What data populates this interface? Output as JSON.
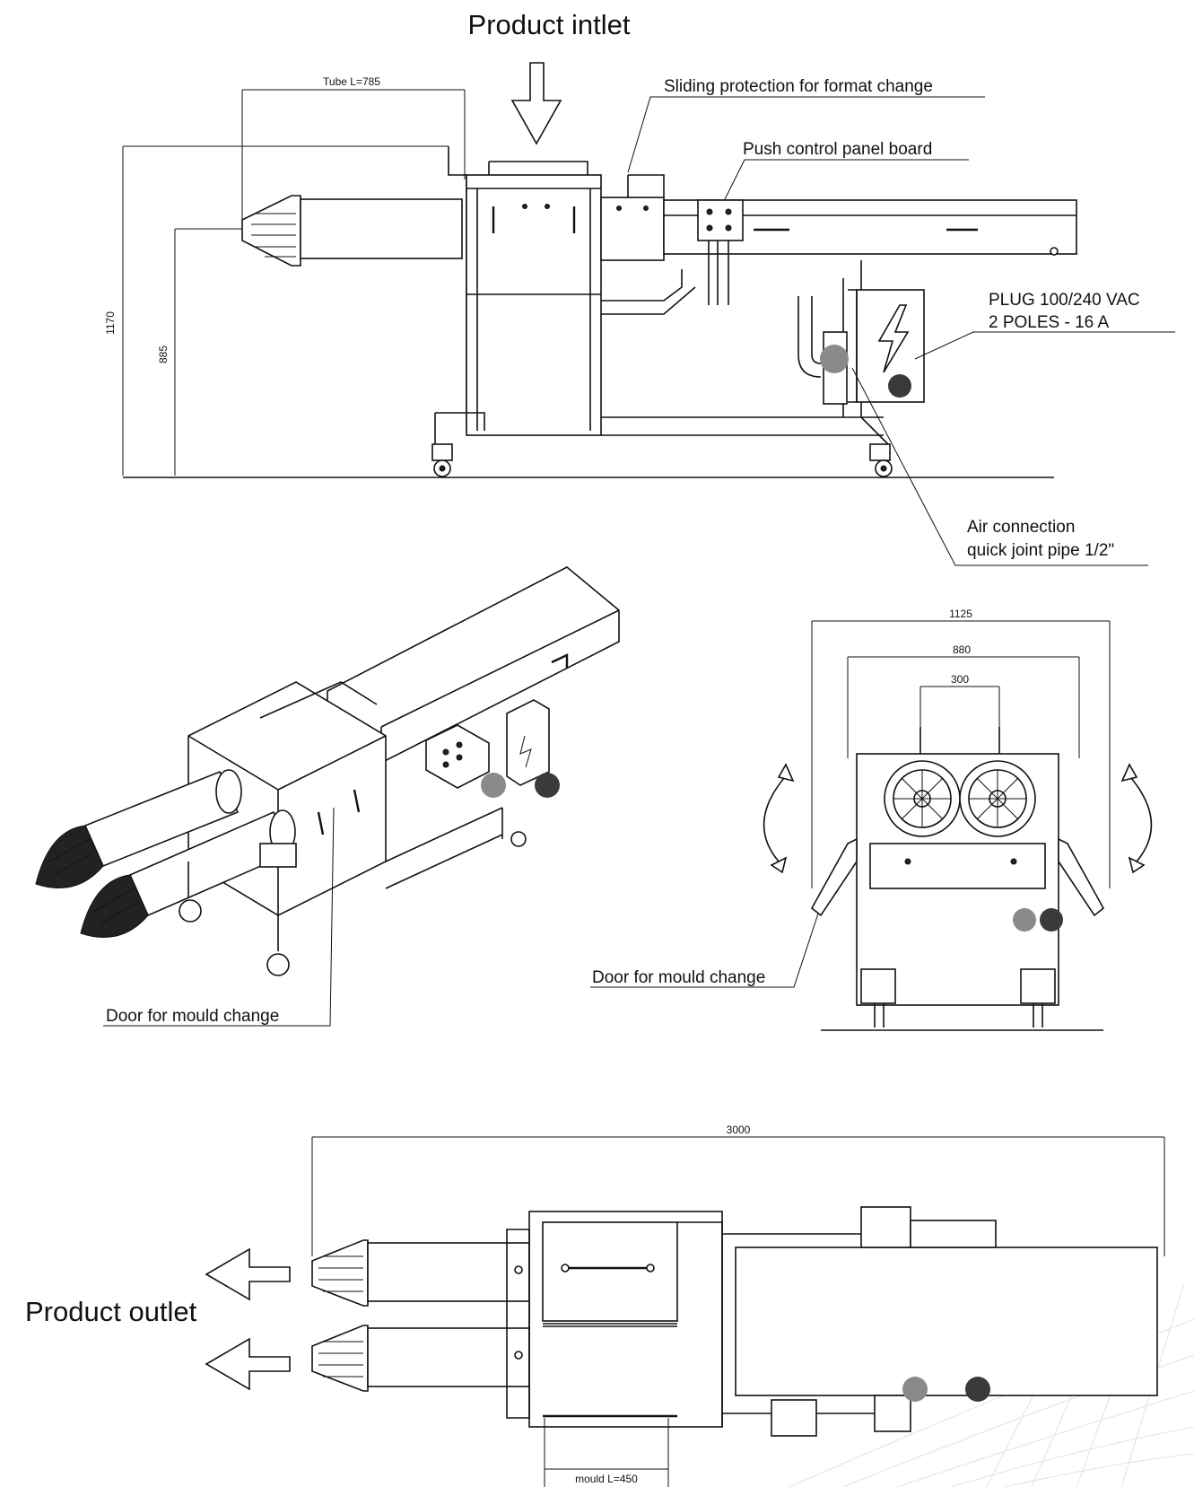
{
  "labels": {
    "product_inlet": "Product intlet",
    "product_outlet": "Product outlet",
    "sliding_protection": "Sliding protection for format change",
    "push_control": "Push control panel board",
    "plug_line1": "PLUG 100/240 VAC",
    "plug_line2": "2 POLES - 16 A",
    "air_line1": "Air connection",
    "air_line2": "quick joint pipe 1/2\"",
    "door_iso": "Door for mould change",
    "door_front": "Door for mould change"
  },
  "dimensions": {
    "tube_length": "Tube L=785",
    "height_total": "1170",
    "height_outlet": "885",
    "width_overall": "1125",
    "width_mid": "880",
    "width_tubes": "300",
    "length_total": "3000",
    "mould_length": "mould L=450"
  },
  "colors": {
    "line": "#111111",
    "indicator_light": "#8a8a8a",
    "indicator_dark": "#3a3a3a"
  },
  "icons": [
    "down-arrow-icon",
    "left-arrow-icon",
    "lightning-icon",
    "rotation-arrow-icon"
  ]
}
